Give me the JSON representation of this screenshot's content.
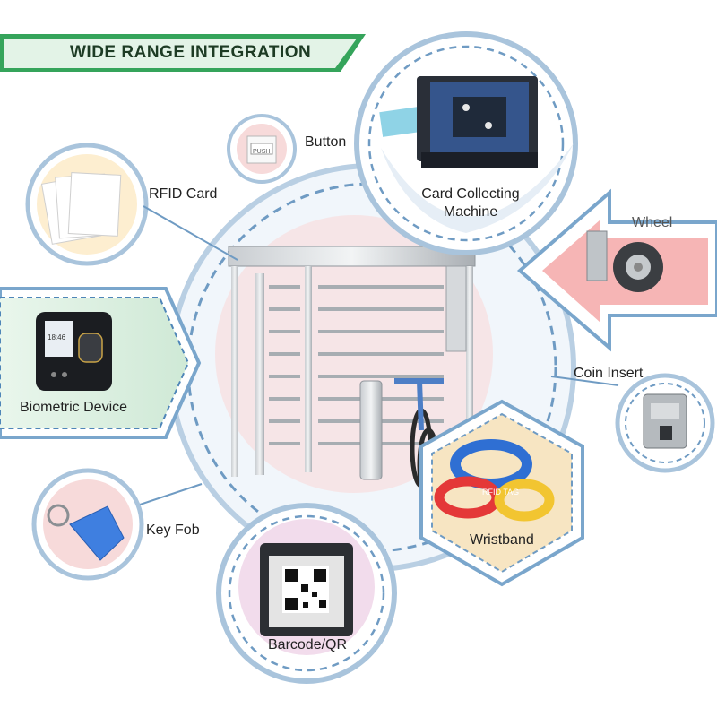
{
  "title": "WIDE RANGE INTEGRATION",
  "center_item": "turnstile-gate",
  "items": [
    {
      "id": "button",
      "label": "Button",
      "icon": "push-button-icon",
      "device_text": "PUSH"
    },
    {
      "id": "rfid-card",
      "label": "RFID Card",
      "icon": "rfid-card-icon"
    },
    {
      "id": "card-collecting",
      "label": "Card Collecting\nMachine",
      "icon": "card-collector-icon"
    },
    {
      "id": "wheel",
      "label": "Wheel",
      "icon": "caster-wheel-icon"
    },
    {
      "id": "biometric",
      "label": "Biometric Device",
      "icon": "fingerprint-reader-icon",
      "device_text": "18:46"
    },
    {
      "id": "coin",
      "label": "Coin Insert",
      "icon": "coin-slot-icon"
    },
    {
      "id": "keyfob",
      "label": "Key Fob",
      "icon": "key-fob-icon"
    },
    {
      "id": "barcode",
      "label": "Barcode/QR",
      "icon": "qr-scanner-icon"
    },
    {
      "id": "wristband",
      "label": "Wristband",
      "icon": "rfid-wristband-icon",
      "device_text": "RFID TAG"
    }
  ],
  "colors": {
    "green": "#35a45b",
    "green_light": "#d9efdf",
    "blue_line": "#7aa6cc",
    "pink": "#f5c9c9",
    "wheel_arrow": "#f4a3a3",
    "hex_fill": "#f7e5c2"
  }
}
